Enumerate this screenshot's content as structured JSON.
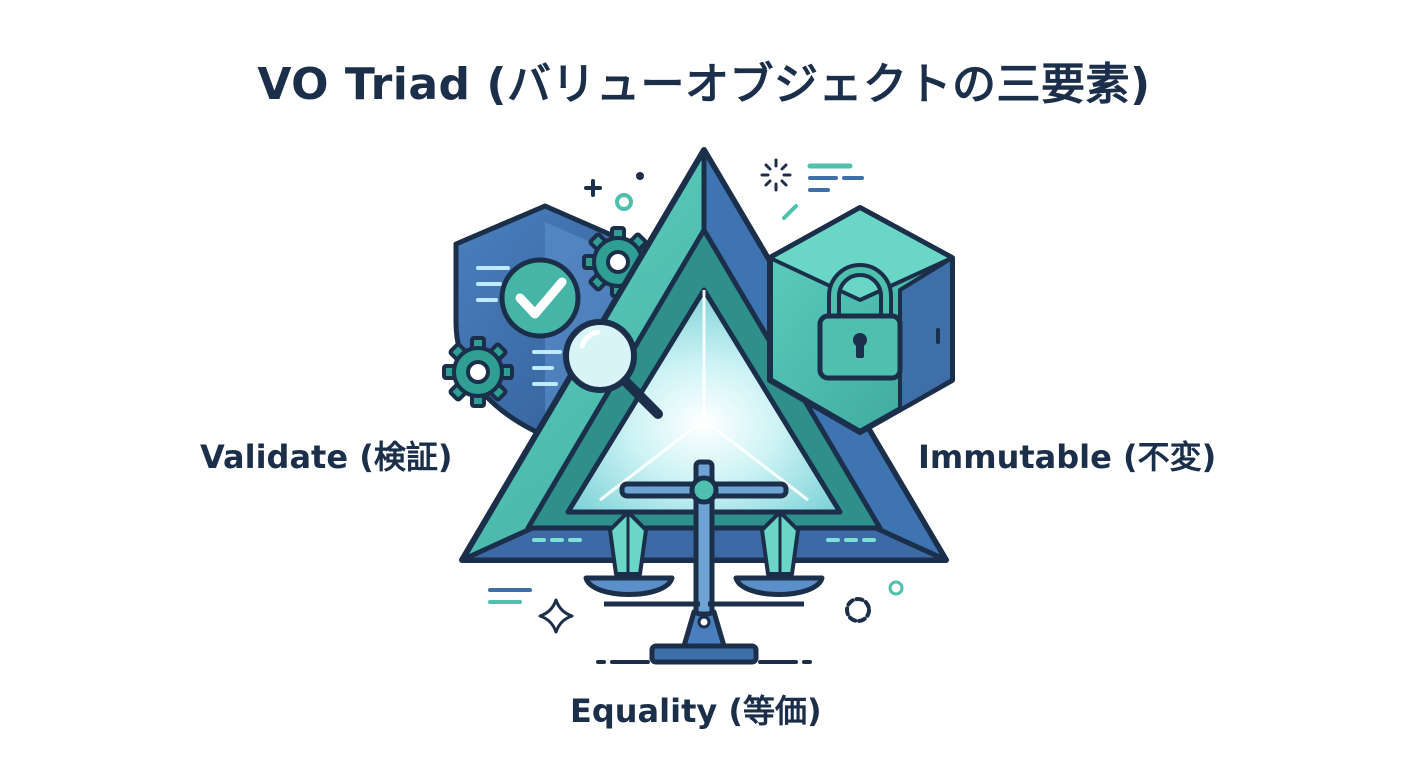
{
  "title": "VO Triad (バリューオブジェクトの三要素)",
  "labels": {
    "validate": "Validate (検証)",
    "immutable": "Immutable (不変)",
    "equality": "Equality (等価)"
  },
  "icons": {
    "validate": [
      "shield-icon",
      "checkmark-icon",
      "gear-icon",
      "magnifier-icon"
    ],
    "immutable": [
      "hexagon-cube-icon",
      "padlock-icon"
    ],
    "equality": [
      "balance-scale-icon",
      "crystal-icon"
    ],
    "center": "triangle-prism-icon"
  },
  "colors": {
    "navy": "#1b2f4a",
    "teal": "#4fbfae",
    "blue": "#3f6fa8",
    "light": "#bfeff0"
  }
}
